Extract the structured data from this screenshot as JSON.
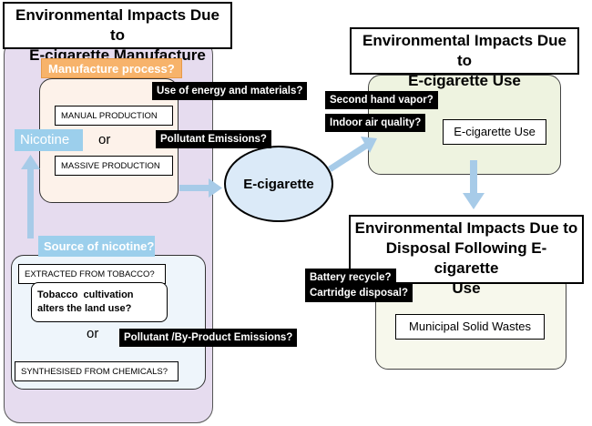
{
  "colors": {
    "manufacture_panel": "#e6dcef",
    "manufacture_box": "#fdf2ea",
    "source_box": "#eef5fb",
    "use_box": "#eef3e0",
    "disposal_box": "#f7f8ec",
    "ecig_ellipse": "#dbeaf8",
    "orange_label": "#f7b36b",
    "blue_label": "#9ccfec",
    "arrow_blue": "#a7cbe8",
    "tag_bg": "#000000"
  },
  "manufacture": {
    "title_line1": "Environmental Impacts Due to",
    "title_line2": "E-cigarette Manufacture",
    "process_label": "Manufacture process?",
    "manual": "MANUAL PRODUCTION",
    "or": "or",
    "massive": "MASSIVE PRODUCTION",
    "nicotine": "Nicotine",
    "source_label": "Source of nicotine?",
    "extracted": "EXTRACTED FROM TOBACCO?",
    "cultivation_line1": "Tobacco  cultivation",
    "cultivation_line2": "alters the land use?",
    "or2": "or",
    "synthesised": "SYNTHESISED FROM CHEMICALS?",
    "tag_energy": "Use of energy and materials?",
    "tag_pollutant": "Pollutant Emissions?",
    "tag_byproduct": "Pollutant /By-Product Emissions?"
  },
  "center": {
    "ecig": "E-cigarette"
  },
  "use": {
    "title_line1": "Environmental Impacts Due to",
    "title_line2": "E-cigarette Use",
    "tag_vapor": "Second hand vapor?",
    "tag_air": "Indoor air quality?",
    "box": "E-cigarette Use"
  },
  "disposal": {
    "title_line1": "Environmental Impacts Due to",
    "title_line2": "Disposal Following E-cigarette",
    "title_line3": "Use",
    "tag_battery": "Battery recycle?",
    "tag_cartridge": "Cartridge disposal?",
    "box": "Municipal Solid Wastes"
  }
}
